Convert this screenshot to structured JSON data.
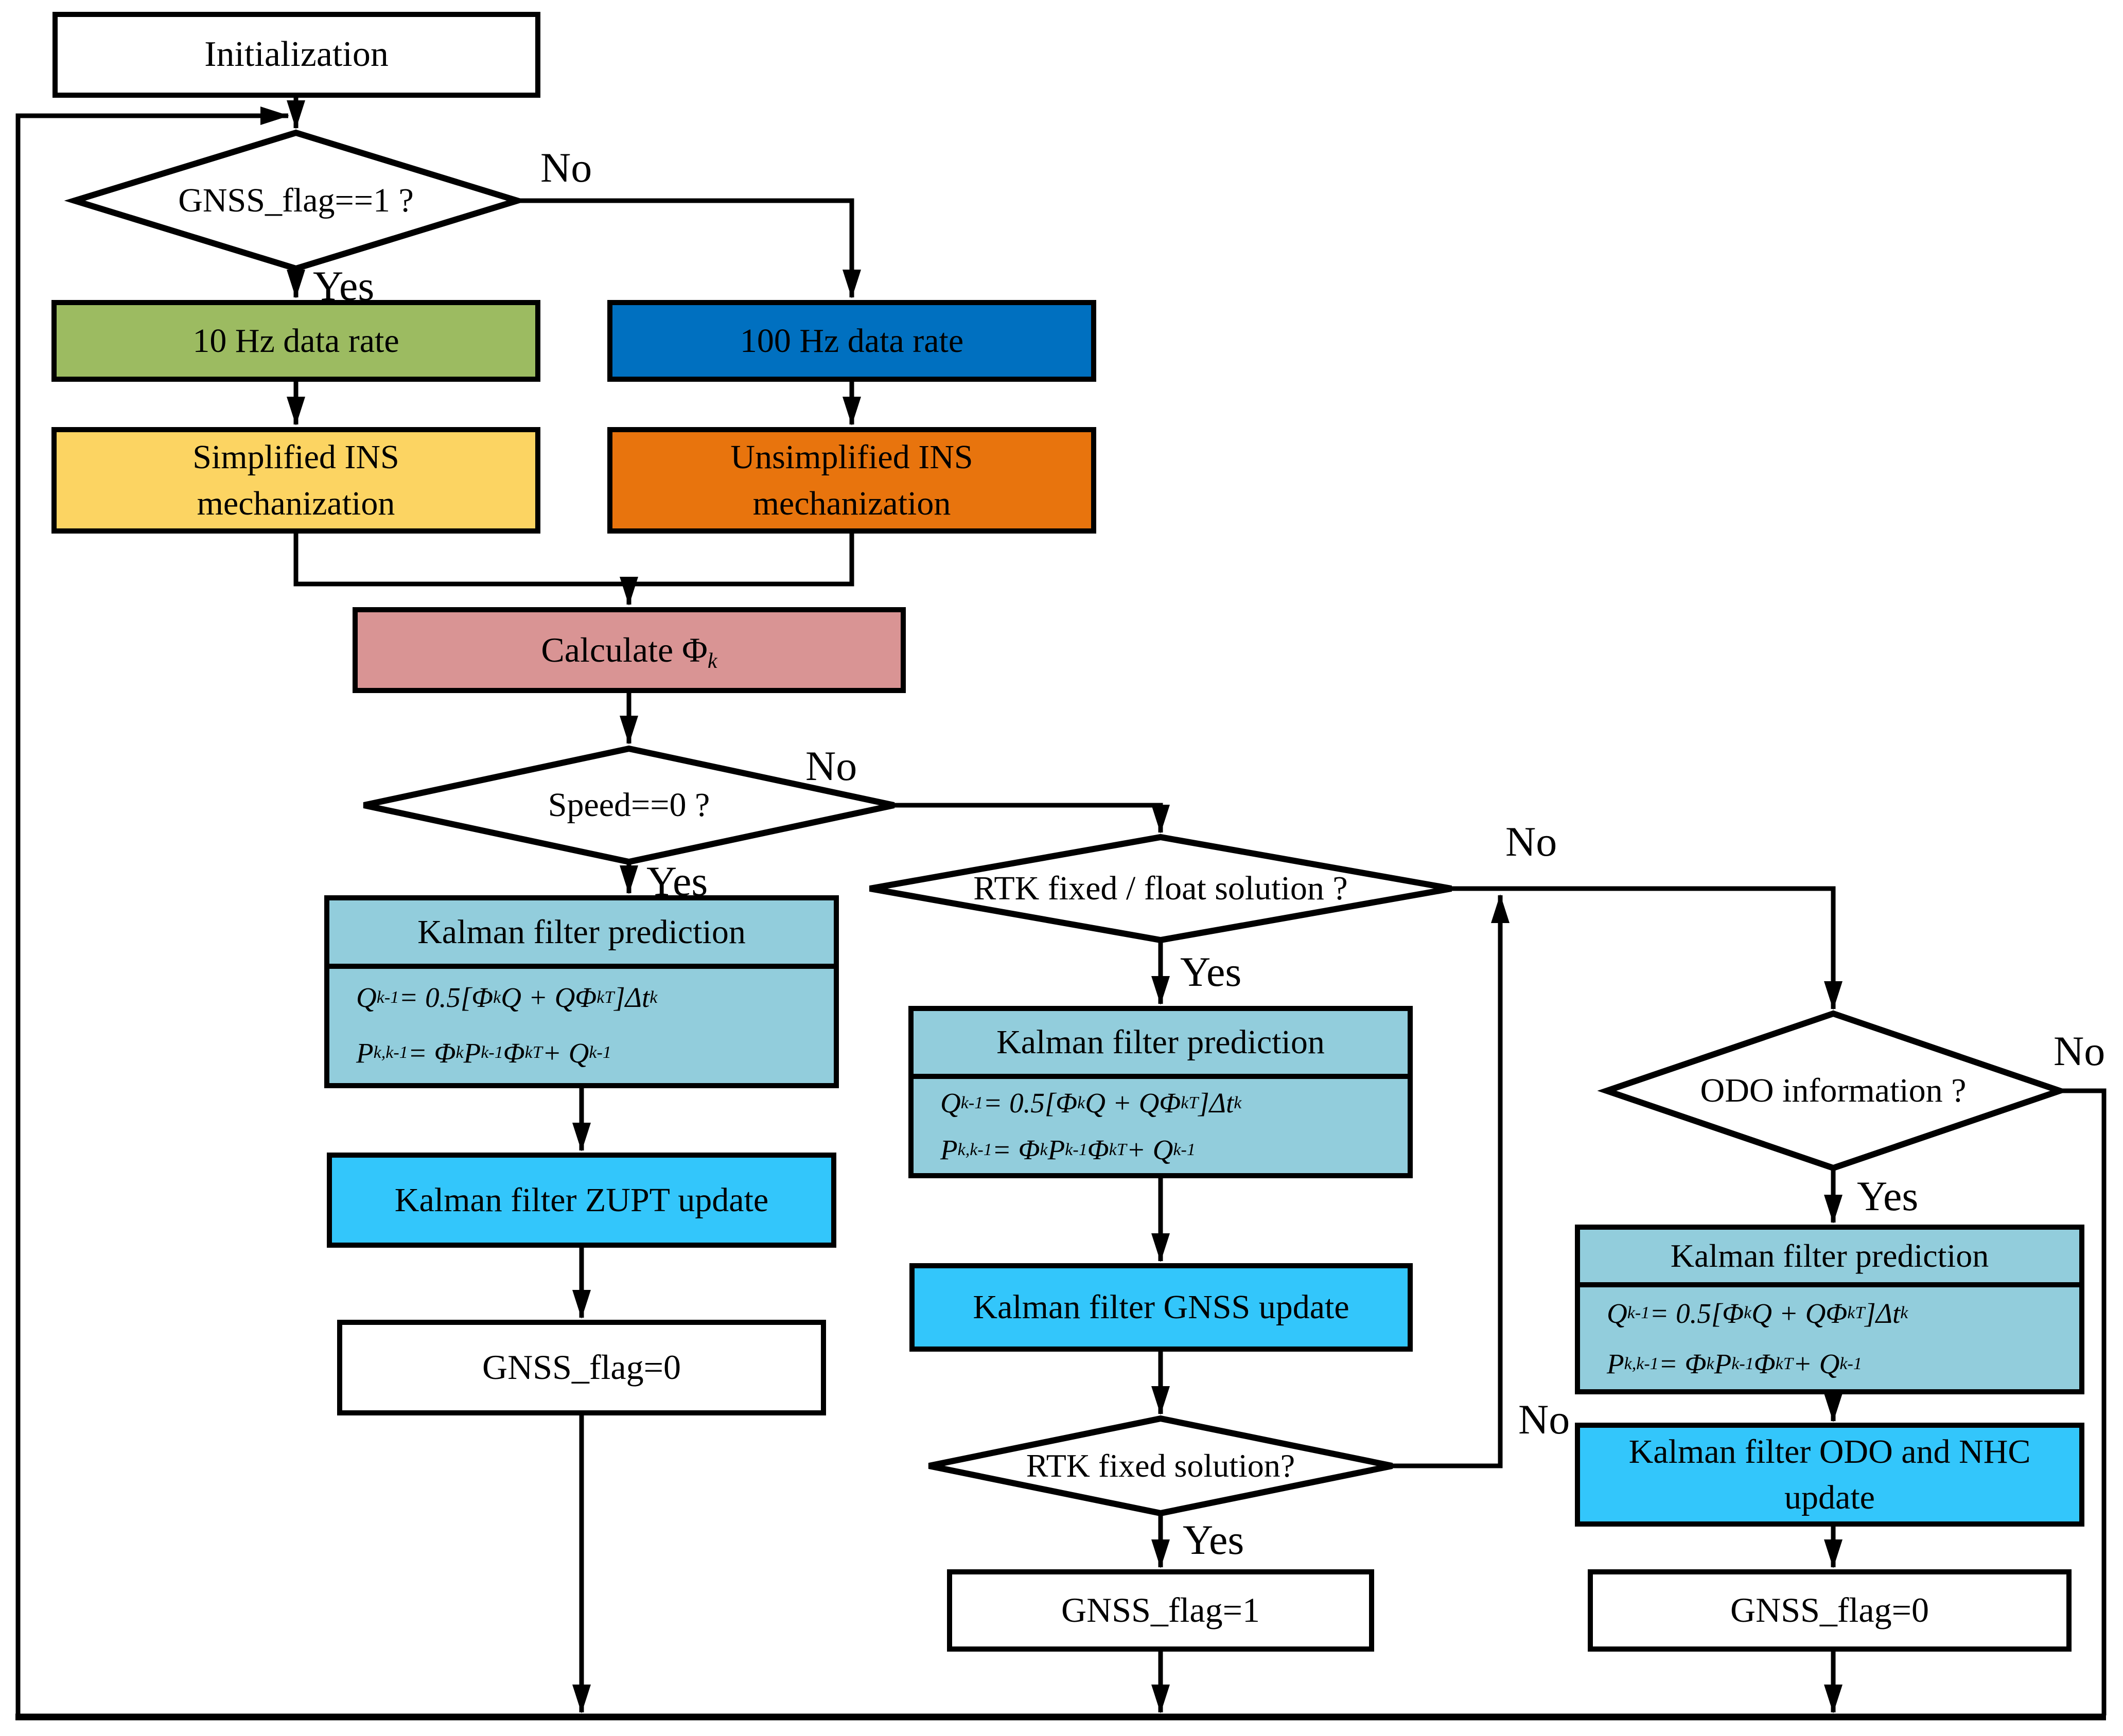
{
  "edge_labels": {
    "yes": "Yes",
    "no": "No"
  },
  "colors": {
    "line": "#000000",
    "border": "#000000"
  },
  "nodes": {
    "initialization": {
      "label": "Initialization",
      "fill": "#FFFFFF"
    },
    "gnss_flag_question": {
      "label": "GNSS_flag==1 ?"
    },
    "rate_10hz": {
      "label": "10 Hz data rate",
      "fill": "#9CBB61"
    },
    "rate_100hz": {
      "label": "100 Hz data rate",
      "fill": "#0070C0"
    },
    "simplified_ins": {
      "line1": "Simplified  INS",
      "line2": "mechanization",
      "fill": "#FCD462"
    },
    "unsimplified_ins": {
      "line1": "Unsimplified  INS",
      "line2": "mechanization",
      "fill": "#E8740D"
    },
    "calculate_phi": {
      "prefix": "Calculate Φ",
      "sub": "k",
      "fill": "#D99494"
    },
    "speed_question": {
      "label": "Speed==0 ?"
    },
    "kf_prediction_left": {
      "title": "Kalman filter prediction",
      "formula1": "Q_{k-1} = 0.5[Φ_{k}Q + QΦ_{k}^{T}]Δt_{k}",
      "formula2": "P_{k,k-1} = Φ_{k}P_{k-1}Φ_{k}^{T} + Q_{k-1}",
      "fill": "#92CDDC"
    },
    "kf_zupt_update": {
      "label": "Kalman filter ZUPT update",
      "fill": "#33C6FB"
    },
    "gnss_flag_zero_left": {
      "label": "GNSS_flag=0",
      "fill": "#FFFFFF"
    },
    "rtk_float_question": {
      "label": "RTK fixed / float solution ?"
    },
    "kf_prediction_middle": {
      "title": "Kalman filter prediction",
      "formula1": "Q_{k-1} = 0.5[Φ_{k}Q + QΦ_{k}^{T}]Δt_{k}",
      "formula2": "P_{k,k-1} = Φ_{k}P_{k-1}Φ_{k}^{T} + Q_{k-1}",
      "fill": "#92CDDC"
    },
    "kf_gnss_update": {
      "label": "Kalman filter GNSS update",
      "fill": "#33C6FB"
    },
    "rtk_fixed_question": {
      "label": "RTK fixed solution?"
    },
    "gnss_flag_one": {
      "label": "GNSS_flag=1",
      "fill": "#FFFFFF"
    },
    "odo_question": {
      "label": "ODO information ?"
    },
    "kf_prediction_right": {
      "title": "Kalman filter prediction",
      "formula1": "Q_{k-1} = 0.5[Φ_{k}Q + QΦ_{k}^{T}]Δt_{k}",
      "formula2": "P_{k,k-1} = Φ_{k}P_{k-1}Φ_{k}^{T} + Q_{k-1}",
      "fill": "#92CDDC"
    },
    "kf_odo_nhc_update": {
      "line1": "Kalman filter ODO and NHC",
      "line2": "update",
      "fill": "#33C6FB"
    },
    "gnss_flag_zero_right": {
      "label": "GNSS_flag=0",
      "fill": "#FFFFFF"
    }
  }
}
